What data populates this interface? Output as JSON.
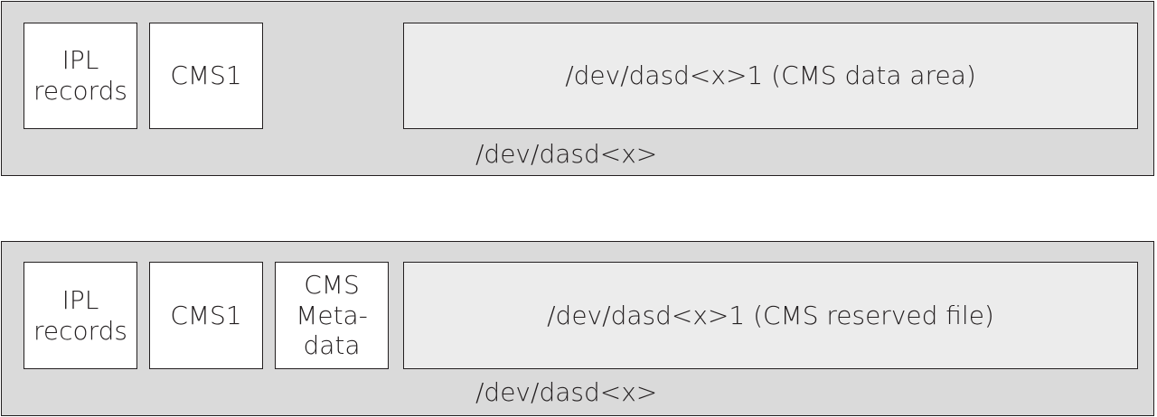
{
  "colors": {
    "disk_fill": "#dadada",
    "block_fill": "#ffffff",
    "data_area_fill": "#ececec",
    "stroke": "#231f20"
  },
  "layouts": [
    {
      "blocks": [
        {
          "lines": [
            "IPL",
            "records"
          ]
        },
        {
          "lines": [
            "CMS1"
          ]
        }
      ],
      "data_area": "/dev/dasd<x>1 (CMS data area)",
      "device_label": "/dev/dasd<x>"
    },
    {
      "blocks": [
        {
          "lines": [
            "IPL",
            "records"
          ]
        },
        {
          "lines": [
            "CMS1"
          ]
        },
        {
          "lines": [
            "CMS",
            "Meta-",
            "data"
          ]
        }
      ],
      "data_area": "/dev/dasd<x>1 (CMS reserved file)",
      "device_label": "/dev/dasd<x>"
    }
  ]
}
